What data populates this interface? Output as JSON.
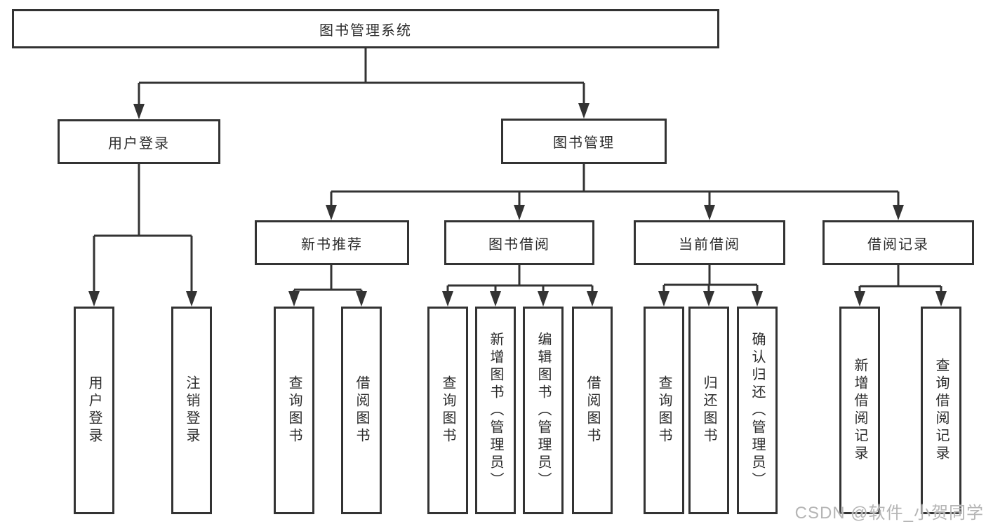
{
  "diagram": {
    "title": "图书管理系统",
    "root": "图书管理系统",
    "level2": [
      "用户登录",
      "图书管理"
    ],
    "level3": [
      "新书推荐",
      "图书借阅",
      "当前借阅",
      "借阅记录"
    ],
    "leaves": {
      "user_login": [
        "用户登录",
        "注销登录"
      ],
      "new_book_recommend": [
        "查询图书",
        "借阅图书"
      ],
      "book_borrow": [
        "查询图书",
        "新增图书（管理员）",
        "编辑图书（管理员）",
        "借阅图书"
      ],
      "current_borrow": [
        "查询图书",
        "归还图书",
        "确认归还（管理员）"
      ],
      "borrow_records": [
        "新增借阅记录",
        "查询借阅记录"
      ]
    }
  },
  "watermark": "CSDN @软件_小贺同学",
  "colors": {
    "line": "#333333",
    "text": "#2b2b2b",
    "watermark": "#b5b5b5",
    "background": "#ffffff"
  }
}
